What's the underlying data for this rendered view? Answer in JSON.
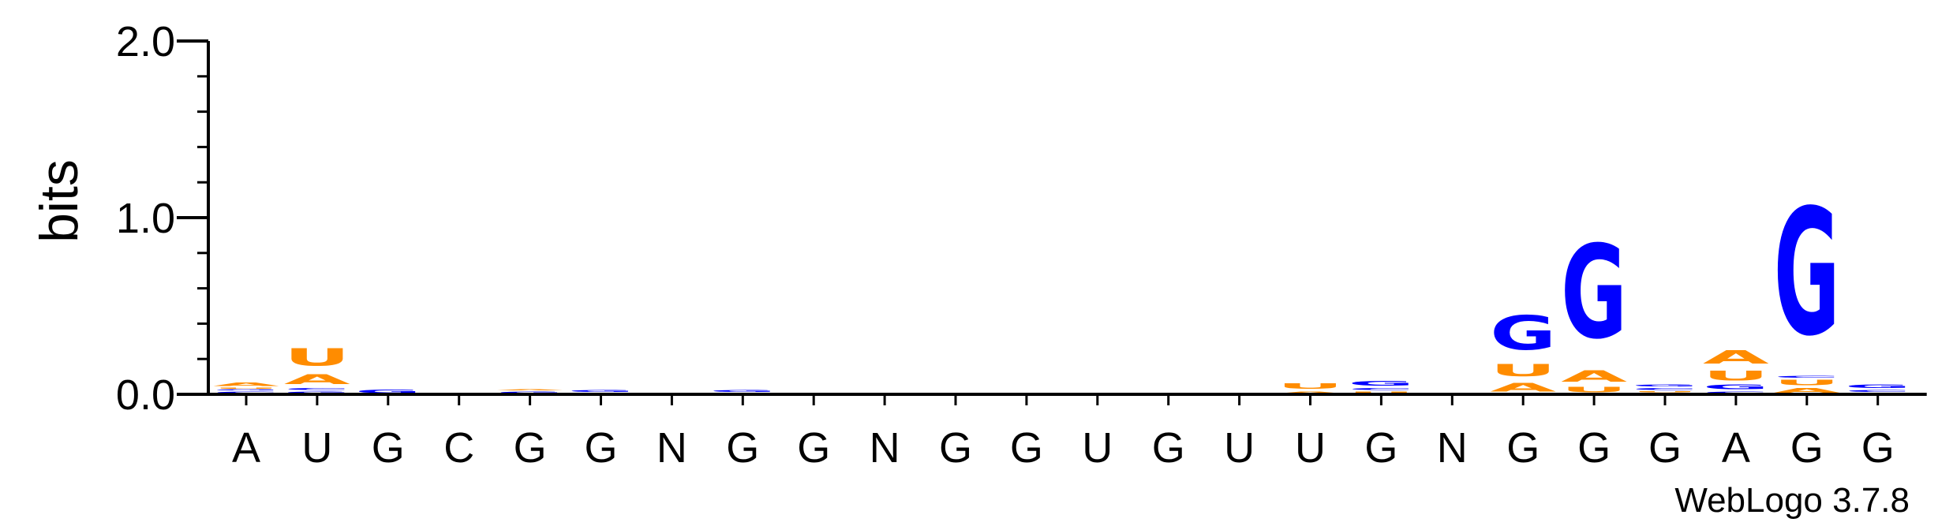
{
  "chart_data": {
    "type": "sequence-logo",
    "ylabel": "bits",
    "ylim": [
      0,
      2.0
    ],
    "yticks": [
      {
        "value": 0.0,
        "label": "0.0"
      },
      {
        "value": 1.0,
        "label": "1.0"
      },
      {
        "value": 2.0,
        "label": "2.0"
      }
    ],
    "minor_tick_step": 0.2,
    "credit": "WebLogo 3.7.8",
    "colors": {
      "A": "#FF8C00",
      "U": "#FF8C00",
      "G": "#0000FF",
      "C": "#0000FF"
    },
    "positions": [
      {
        "label": "A",
        "stack": [
          {
            "letter": "C",
            "bits": 0.02
          },
          {
            "letter": "G",
            "bits": 0.01
          },
          {
            "letter": "U",
            "bits": 0.01
          },
          {
            "letter": "A",
            "bits": 0.03
          }
        ]
      },
      {
        "label": "U",
        "stack": [
          {
            "letter": "G",
            "bits": 0.02
          },
          {
            "letter": "C",
            "bits": 0.02
          },
          {
            "letter": "A",
            "bits": 0.09
          },
          {
            "letter": "U",
            "bits": 0.16
          }
        ]
      },
      {
        "label": "G",
        "stack": [
          {
            "letter": "G",
            "bits": 0.03
          }
        ]
      },
      {
        "label": "C",
        "stack": []
      },
      {
        "label": "G",
        "stack": [
          {
            "letter": "G",
            "bits": 0.02
          },
          {
            "letter": "A",
            "bits": 0.01
          }
        ]
      },
      {
        "label": "G",
        "stack": [
          {
            "letter": "A",
            "bits": 0.01
          },
          {
            "letter": "G",
            "bits": 0.02
          }
        ]
      },
      {
        "label": "N",
        "stack": []
      },
      {
        "label": "G",
        "stack": [
          {
            "letter": "U",
            "bits": 0.01
          },
          {
            "letter": "G",
            "bits": 0.02
          }
        ]
      },
      {
        "label": "G",
        "stack": []
      },
      {
        "label": "N",
        "stack": []
      },
      {
        "label": "G",
        "stack": []
      },
      {
        "label": "G",
        "stack": []
      },
      {
        "label": "U",
        "stack": [
          {
            "letter": "U",
            "bits": 0.01
          }
        ]
      },
      {
        "label": "G",
        "stack": []
      },
      {
        "label": "U",
        "stack": [
          {
            "letter": "U",
            "bits": 0.01
          }
        ]
      },
      {
        "label": "U",
        "stack": [
          {
            "letter": "A",
            "bits": 0.02
          },
          {
            "letter": "U",
            "bits": 0.05
          }
        ]
      },
      {
        "label": "G",
        "stack": [
          {
            "letter": "U",
            "bits": 0.02
          },
          {
            "letter": "C",
            "bits": 0.02
          },
          {
            "letter": "G",
            "bits": 0.04
          }
        ]
      },
      {
        "label": "N",
        "stack": [
          {
            "letter": "U",
            "bits": 0.01
          }
        ]
      },
      {
        "label": "G",
        "stack": [
          {
            "letter": "A",
            "bits": 0.08
          },
          {
            "letter": "U",
            "bits": 0.11
          },
          {
            "letter": "G",
            "bits": 0.31
          }
        ]
      },
      {
        "label": "G",
        "stack": [
          {
            "letter": "U",
            "bits": 0.05
          },
          {
            "letter": "A",
            "bits": 0.1
          },
          {
            "letter": "G",
            "bits": 0.85
          }
        ]
      },
      {
        "label": "G",
        "stack": [
          {
            "letter": "A",
            "bits": 0.01
          },
          {
            "letter": "U",
            "bits": 0.01
          },
          {
            "letter": "C",
            "bits": 0.02
          },
          {
            "letter": "G",
            "bits": 0.02
          }
        ]
      },
      {
        "label": "A",
        "stack": [
          {
            "letter": "C",
            "bits": 0.02
          },
          {
            "letter": "G",
            "bits": 0.04
          },
          {
            "letter": "U",
            "bits": 0.09
          },
          {
            "letter": "A",
            "bits": 0.12
          }
        ]
      },
      {
        "label": "G",
        "stack": [
          {
            "letter": "A",
            "bits": 0.04
          },
          {
            "letter": "U",
            "bits": 0.05
          },
          {
            "letter": "C",
            "bits": 0.02
          },
          {
            "letter": "G",
            "bits": 1.15
          }
        ]
      },
      {
        "label": "G",
        "stack": [
          {
            "letter": "U",
            "bits": 0.01
          },
          {
            "letter": "C",
            "bits": 0.02
          },
          {
            "letter": "G",
            "bits": 0.03
          }
        ]
      }
    ]
  }
}
